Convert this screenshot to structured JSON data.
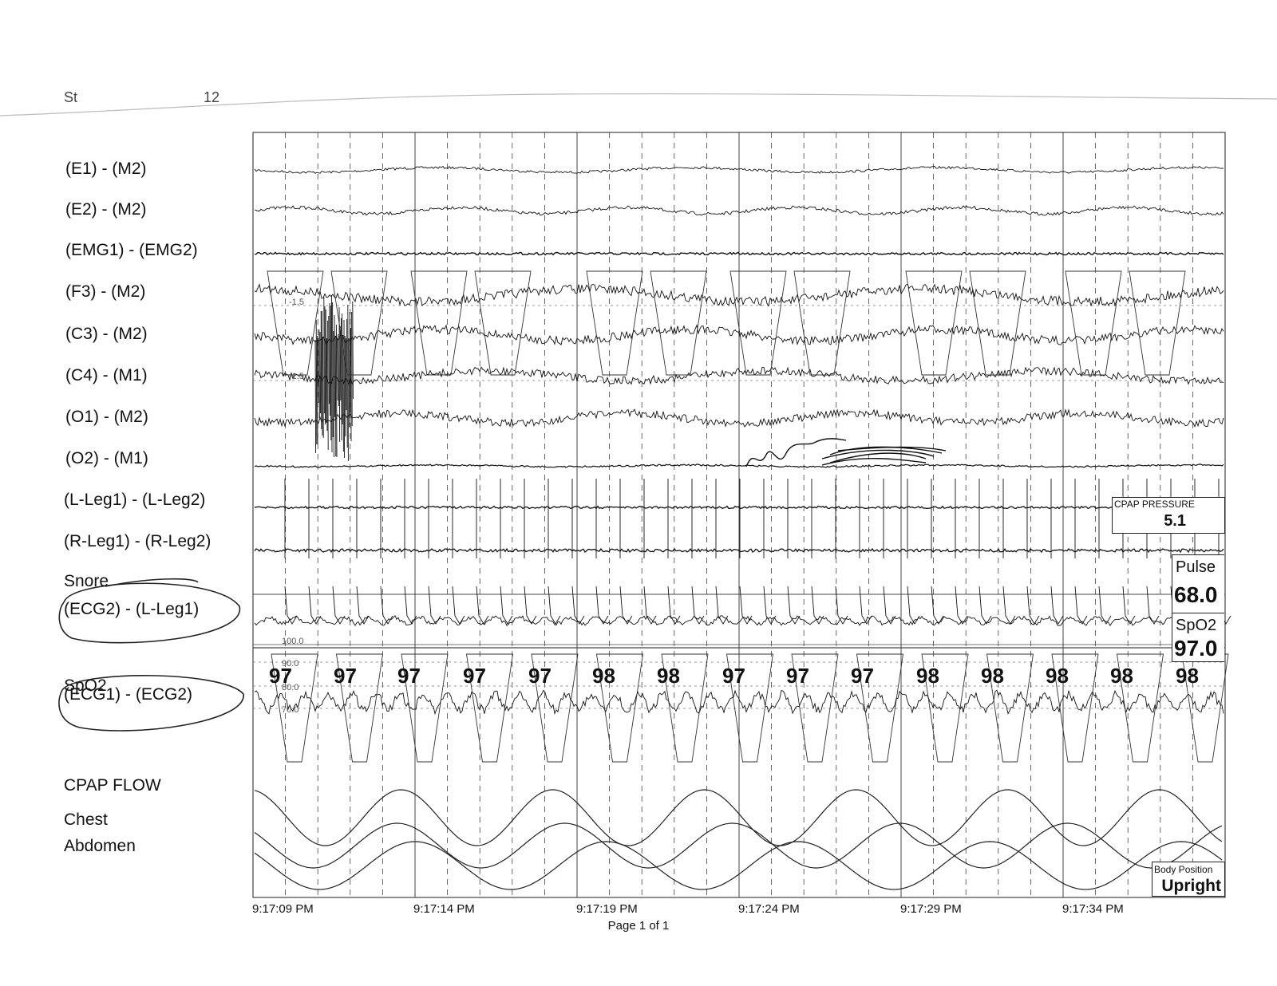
{
  "header_fragment": {
    "left": "St",
    "right": "12"
  },
  "channels": [
    "(E1) - (M2)",
    "(E2) - (M2)",
    "(EMG1) - (EMG2)",
    "(F3) - (M2)",
    "(C3) - (M2)",
    "(C4) - (M1)",
    "(O1) - (M2)",
    "(O2) - (M1)",
    "(L-Leg1) - (L-Leg2)",
    "(R-Leg1) - (R-Leg2)",
    "Snore",
    "(ECG2) - (L-Leg1)",
    "SpO2",
    "(ECG1) - (ECG2)",
    "CPAP FLOW",
    "Chest",
    "Abdomen"
  ],
  "time_axis": [
    "9:17:09 PM",
    "9:17:14 PM",
    "9:17:19 PM",
    "9:17:24 PM",
    "9:17:29 PM",
    "9:17:34 PM"
  ],
  "spo2_values": [
    "97",
    "97",
    "97",
    "97",
    "97",
    "98",
    "98",
    "97",
    "97",
    "97",
    "98",
    "98",
    "98",
    "98",
    "98"
  ],
  "spo2_scale": [
    "100.0",
    "90.0",
    "80.0",
    "70.0"
  ],
  "eeg_scale": [
    "-1.5",
    "-1.5"
  ],
  "cpap_pressure": {
    "label": "CPAP PRESSURE",
    "value": "5.1"
  },
  "pulse": {
    "label": "Pulse",
    "value": "68.0"
  },
  "spo2_box": {
    "label": "SpO2",
    "value": "97.0"
  },
  "body_position": {
    "label": "Body Position",
    "value": "Upright"
  },
  "footer": "Page 1 of 1",
  "colors": {
    "ink": "#111111",
    "grid": "#444444",
    "pen": "#222222"
  }
}
